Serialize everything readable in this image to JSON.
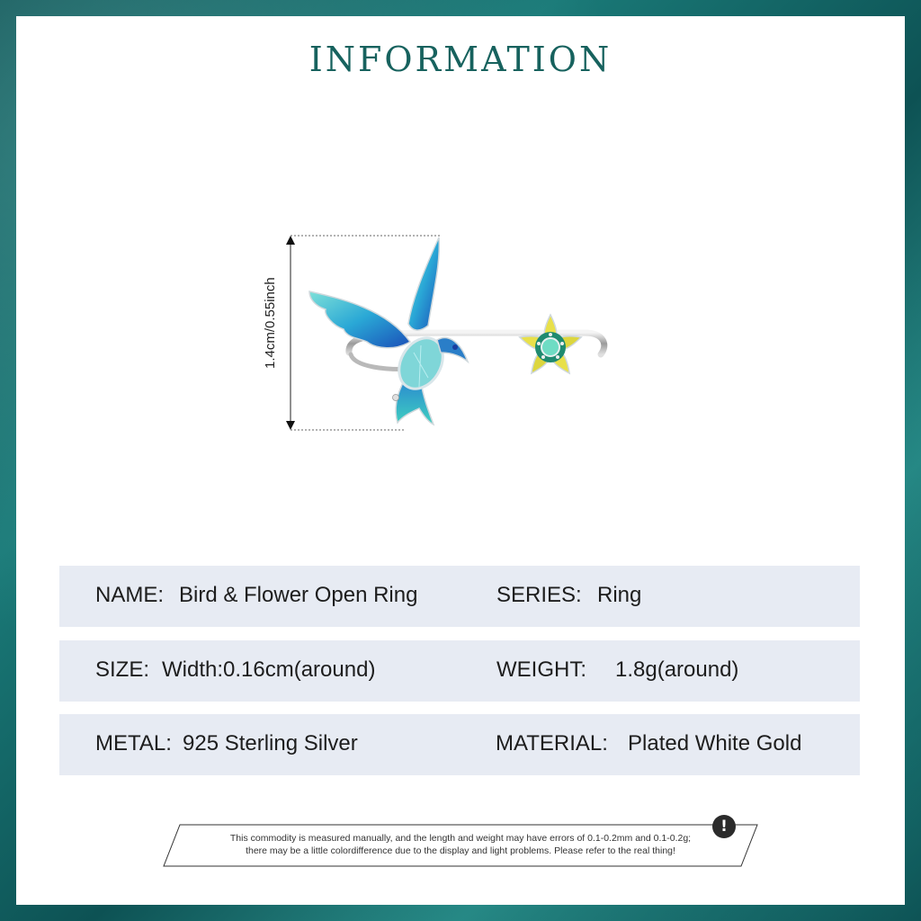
{
  "title": "INFORMATION",
  "dimension_label": "1.4cm/0.55inch",
  "specs": {
    "name_label": "NAME:",
    "name_value": "Bird & Flower Open Ring",
    "series_label": "SERIES:",
    "series_value": "Ring",
    "size_label": "SIZE:",
    "size_value": "Width:0.16cm(around)",
    "weight_label": "WEIGHT:",
    "weight_value": "1.8g(around)",
    "metal_label": "METAL:",
    "metal_value": "925 Sterling Silver",
    "material_label": "MATERIAL:",
    "material_value": "Plated White Gold"
  },
  "disclaimer": {
    "line1": "This commodity is measured manually, and the length and weight may have errors of 0.1-0.2mm and 0.1-0.2g;",
    "line2": "there may be a little colordifference due to the display and light problems. Please refer to the real thing!",
    "icon": "exclamation-icon"
  },
  "colors": {
    "title": "#17625e",
    "row_background": "#e7ebf3",
    "frame": "#0f5a5c"
  }
}
